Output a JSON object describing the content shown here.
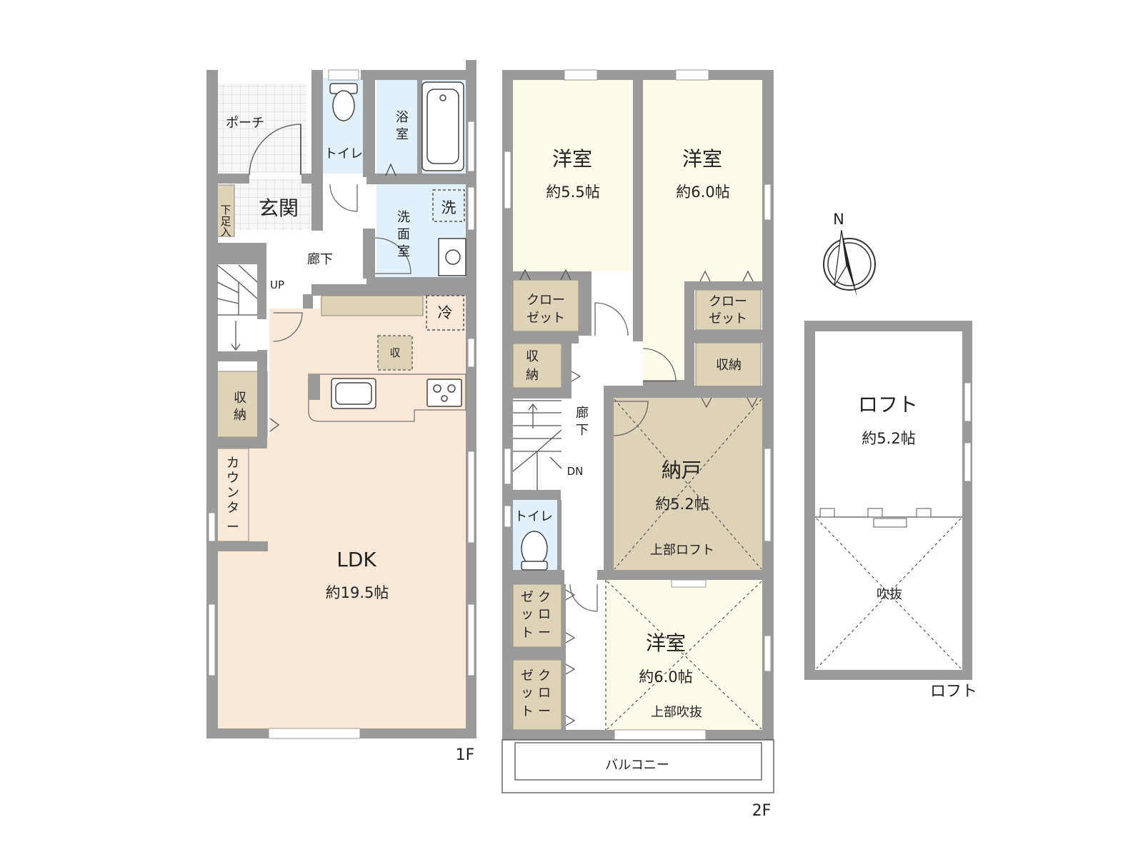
{
  "floors": {
    "f1": "1F",
    "f2": "2F",
    "loft": "ロフト"
  },
  "compass": {
    "north": "N"
  },
  "f1": {
    "porch": "ポーチ",
    "genkan": "玄関",
    "shoes": [
      "下",
      "足",
      "入"
    ],
    "toilet": "トイレ",
    "bath": [
      "浴",
      "室"
    ],
    "washroom": [
      "洗",
      "面",
      "室"
    ],
    "washer": "洗",
    "hall": "廊下",
    "up": "UP",
    "fridge": "冷",
    "storage_small": "収",
    "storage": [
      "収",
      "納"
    ],
    "counter": [
      "カ",
      "ウ",
      "ン",
      "タ",
      "ー"
    ],
    "ldk": {
      "name": "LDK",
      "size": "約19.5帖"
    }
  },
  "f2": {
    "room1": {
      "name": "洋室",
      "size": "約5.5帖"
    },
    "room2": {
      "name": "洋室",
      "size": "約6.0帖"
    },
    "closet1": [
      "クロー",
      "ゼット"
    ],
    "closet2": [
      "クロー",
      "ゼット"
    ],
    "storage1": [
      "収",
      "納"
    ],
    "storage2": "収納",
    "hall": [
      "廊",
      "下"
    ],
    "dn": "DN",
    "toilet": "トイレ",
    "nando": {
      "name": "納戸",
      "size": "約5.2帖",
      "note": "上部ロフト"
    },
    "closet3": [
      "ク",
      "ロ",
      "ー",
      "ゼ",
      "ッ",
      "ト"
    ],
    "closet4": [
      "ク",
      "ロ",
      "ー",
      "ゼ",
      "ッ",
      "ト"
    ],
    "room3": {
      "name": "洋室",
      "size": "約6.0帖",
      "note": "上部吹抜"
    },
    "balcony": "バルコニー"
  },
  "loft": {
    "name": "ロフト",
    "size": "約5.2帖",
    "void": "吹抜"
  },
  "colors": {
    "wall": "#9a9a9a",
    "yellow": "#fdfbea",
    "peach": "#fbe9d7",
    "blue": "#e3f0fa",
    "storage": "#ddd3b6",
    "nando": "#ddd3b6",
    "tile": "#ececec"
  }
}
